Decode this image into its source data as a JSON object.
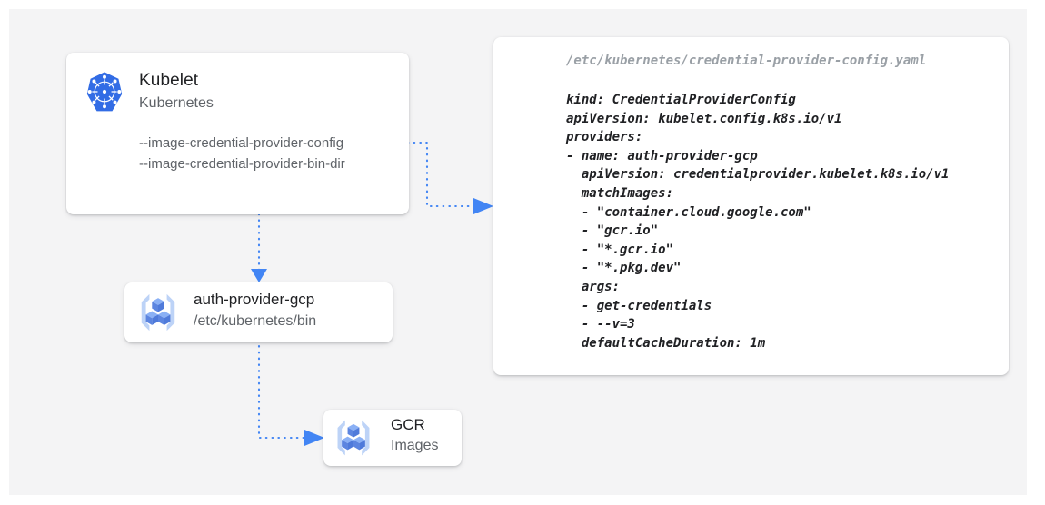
{
  "canvas": {
    "background": "#f4f4f5",
    "page_background": "#ffffff"
  },
  "colors": {
    "accent": "#4285f4",
    "k8s_blue": "#326ce5",
    "text_primary": "#202124",
    "text_secondary": "#5f6368",
    "text_muted": "#9aa0a6",
    "cube_blue": "#5c85e0",
    "cube_light": "#8ab0f5",
    "bracket_blue": "#bdd3f7"
  },
  "kubelet_card": {
    "icon": "kubernetes-wheel-icon",
    "title": "Kubelet",
    "subtitle": "Kubernetes",
    "flags": [
      "--image-credential-provider-config",
      "--image-credential-provider-bin-dir"
    ]
  },
  "auth_provider_card": {
    "icon": "container-registry-icon",
    "title": "auth-provider-gcp",
    "subtitle": "/etc/kubernetes/bin"
  },
  "gcr_card": {
    "icon": "container-registry-icon",
    "title": "GCR",
    "subtitle": "Images"
  },
  "yaml_panel": {
    "filename": "/etc/kubernetes/credential-provider-config.yaml",
    "content": "kind: CredentialProviderConfig\napiVersion: kubelet.config.k8s.io/v1\nproviders:\n- name: auth-provider-gcp\n  apiVersion: credentialprovider.kubelet.k8s.io/v1\n  matchImages:\n  - \"container.cloud.google.com\"\n  - \"gcr.io\"\n  - \"*.gcr.io\"\n  - \"*.pkg.dev\"\n  args:\n  - get-credentials\n  - --v=3\n  defaultCacheDuration: 1m",
    "lines": [
      "kind: CredentialProviderConfig",
      "apiVersion: kubelet.config.k8s.io/v1",
      "providers:",
      "- name: auth-provider-gcp",
      "  apiVersion: credentialprovider.kubelet.k8s.io/v1",
      "  matchImages:",
      "  - \"container.cloud.google.com\"",
      "  - \"gcr.io\"",
      "  - \"*.gcr.io\"",
      "  - \"*.pkg.dev\"",
      "  args:",
      "  - get-credentials",
      "  - --v=3",
      "  defaultCacheDuration: 1m"
    ]
  },
  "connectors": [
    {
      "name": "kubelet-config-flag-to-yaml-panel",
      "from": "kubelet_card.flags.0",
      "to": "yaml_panel",
      "style": "dotted-elbow-arrow"
    },
    {
      "name": "kubelet-to-auth-provider",
      "from": "kubelet_card",
      "to": "auth_provider_card",
      "style": "dotted-vertical-arrow"
    },
    {
      "name": "auth-provider-to-gcr",
      "from": "auth_provider_card",
      "to": "gcr_card",
      "style": "dotted-elbow-arrow"
    }
  ]
}
